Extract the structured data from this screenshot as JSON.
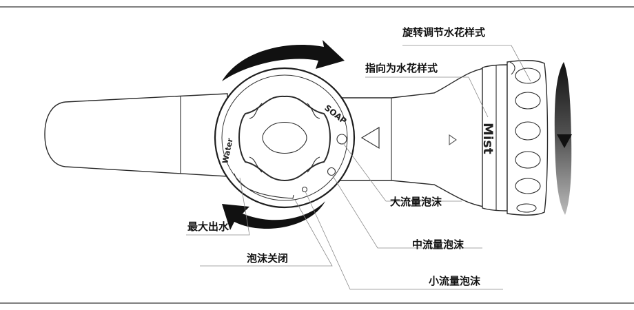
{
  "diagram": {
    "labels": {
      "rotate_adjust": "旋转调节水花样式",
      "point_to": "指向为水花样式",
      "large_foam": "大流量泡沫",
      "medium_foam": "中流量泡沫",
      "small_foam": "小流量泡沫",
      "max_water": "最大出水",
      "foam_off": "泡沫关闭"
    },
    "markings": {
      "soap": "SOAP",
      "water": "Water",
      "mist": "Mist"
    },
    "colors": {
      "outline": "#2a2a2a",
      "arrow": "#111111",
      "leader": "#8a8a8a",
      "divider": "#333333"
    }
  }
}
